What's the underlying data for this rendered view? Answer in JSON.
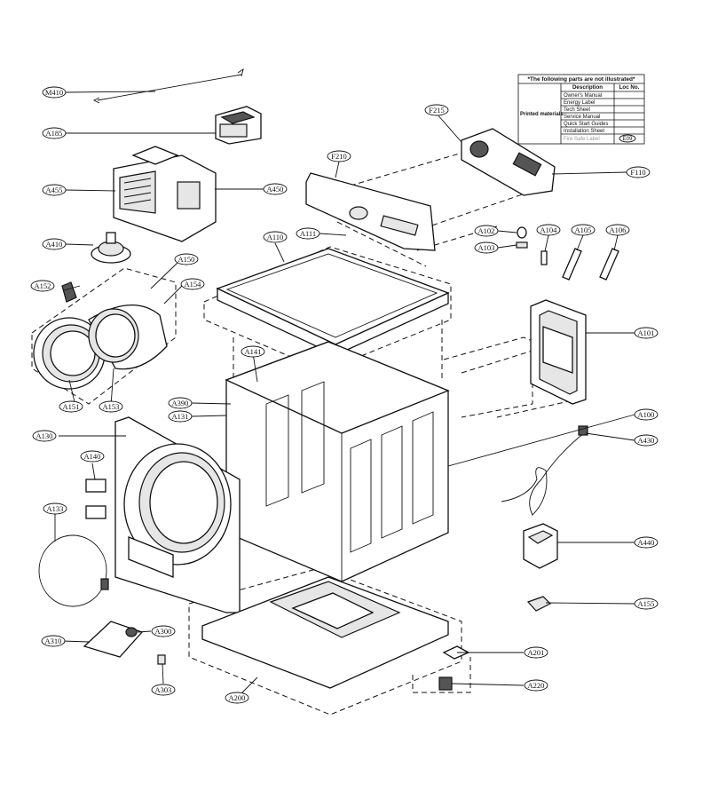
{
  "labels": {
    "M410": "M410",
    "A185": "A185",
    "A455": "A455",
    "A450": "A450",
    "A410": "A410",
    "A152": "A152",
    "A150": "A150",
    "A154": "A154",
    "A151": "A151",
    "A153": "A153",
    "A130": "A130",
    "A140": "A140",
    "A133": "A133",
    "A310": "A310",
    "A300": "A300",
    "A303": "A303",
    "A200": "A200",
    "A201": "A201",
    "A220": "A220",
    "A155": "A155",
    "A440": "A440",
    "A430": "A430",
    "A100": "A100",
    "A101": "A101",
    "A102": "A102",
    "A103": "A103",
    "A104": "A104",
    "A105": "A105",
    "A106": "A106",
    "A110": "A110",
    "A111": "A111",
    "A141": "A141",
    "A390": "A390",
    "A131": "A131",
    "F210": "F210",
    "F215": "F215",
    "F110": "F110"
  },
  "table": {
    "title": "*The following parts are not illustrated*",
    "header_desc": "Description",
    "header_loc": "Loc No.",
    "group_label": "Printed materials",
    "rows": [
      "Owner's Manual",
      "Energy Label",
      "Tech Sheet",
      "Service Manual",
      "Quick Start Guides",
      "Installation Sheet",
      "Fire Safe Label"
    ],
    "last_loc": "E09"
  }
}
